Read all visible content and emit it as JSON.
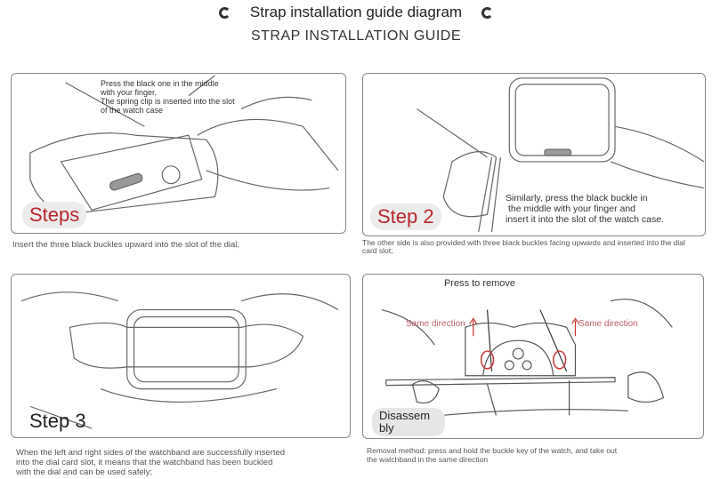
{
  "header": {
    "title": "Strap installation guide diagram",
    "subtitle": "STRAP INSTALLATION GUIDE"
  },
  "steps": [
    {
      "label": "Steps",
      "note": [
        "Press the black one in the middle",
        "with your finger.",
        "The spring clip is inserted into the slot",
        "of the watch case"
      ],
      "caption": "Insert the three black buckles upward into the slot of the dial;"
    },
    {
      "label": "Step 2",
      "note": [
        "Similarly, press the black buckle in",
        "the middle with your finger and",
        "insert it into the slot of the watch case."
      ],
      "caption": [
        "The other side is also provided with three black buckles facing upwards and inserted into the dial",
        "card slot;"
      ]
    },
    {
      "label": "Step 3",
      "caption": [
        "When the left and right sides of the watchband are successfully inserted",
        "into the dial card slot, it means that the watchband has been buckled",
        "with the dial and can be used safely;"
      ]
    },
    {
      "label": [
        "Disassem",
        "bly"
      ],
      "press": "Press to remove",
      "left_dir": "Same direction",
      "right_dir": "Same direction",
      "caption": [
        "Removal method: press and hold the buckle key of the watch, and take out",
        "the watchband in the same direction"
      ]
    }
  ]
}
